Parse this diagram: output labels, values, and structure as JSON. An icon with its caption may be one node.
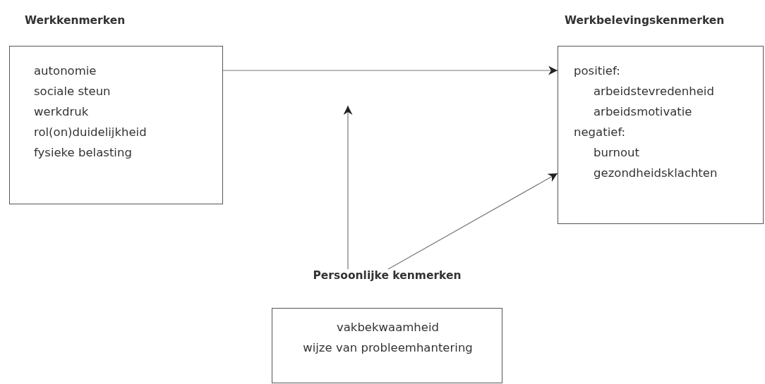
{
  "diagram": {
    "nodes": [
      {
        "text": [
          "Werkkenmerken",
          "autonomie",
          "sociale steun",
          "werkdruk",
          "rol(on)duidelijkheid",
          "fysieke belasting"
        ]
      },
      {
        "text": [
          "Werkbelevingskenmerken",
          "positief:",
          "arbeidstevredenheid",
          "arbeidsmotivatie",
          "negatief:",
          "burnout",
          "gezondheidsklachten"
        ]
      },
      {
        "text": [
          "Persoonlijke kenmerken",
          "vakbekwaamheid",
          "wijze van probleemhantering"
        ]
      }
    ],
    "edges": [
      {
        "from": 0,
        "to": 1,
        "arrow": "to"
      },
      {
        "from": 2,
        "to": null,
        "arrow": "to"
      },
      {
        "from": 2,
        "to": 1,
        "arrow": "to"
      }
    ]
  }
}
